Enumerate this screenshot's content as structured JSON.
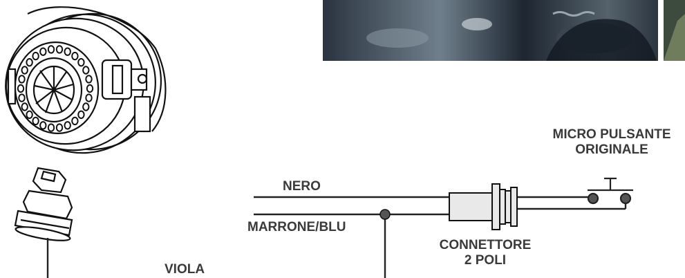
{
  "labels": {
    "wire_black": "NERO",
    "wire_brown_blue": "MARRONE/BLU",
    "wire_purple": "VIOLA",
    "connector_line1": "CONNETTORE",
    "connector_line2": "2 POLI",
    "switch_line1": "MICRO PULSANTE",
    "switch_line2": "ORIGINALE"
  },
  "colors": {
    "wire": "#222222",
    "label_text": "#3a3a3a",
    "connector_fill": "#e9e9e9",
    "splice_dot": "#555555",
    "photo_dark": "#1c2530",
    "photo_mid": "#5b6b78"
  },
  "icons": [
    "siren-horn-icon",
    "harness-plug-icon",
    "connector-icon",
    "push-button-switch-icon",
    "splice-dot-icon"
  ]
}
